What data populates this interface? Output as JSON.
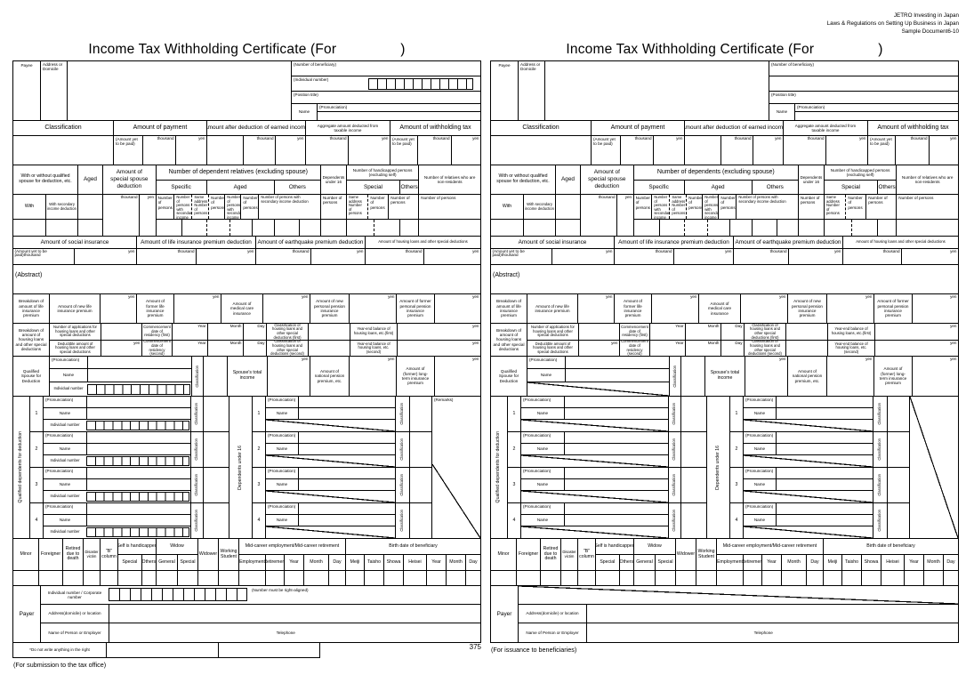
{
  "page": {
    "corner": [
      "JETRO Investing in Japan",
      "Laws & Regulations on Setting Up Business in Japan",
      "Sample Document6-10"
    ]
  },
  "L": {
    "title": "Income Tax Withholding Certificate  (For",
    "title_close": ")",
    "payee": "Payee",
    "address_domicile": "Address or Domicile",
    "beneficiary": "(Number of beneficiary)",
    "individual_number_paren": "(Individual number)",
    "position_title": "(Position title)",
    "name": "Name",
    "pronunciation": "(Pronunciation)",
    "classification": "Classification",
    "amount_payment": "Amount of payment",
    "amount_after": "Amount after deduction of earned income",
    "aggregate": "Aggregate amount deducted from taxable income",
    "withholding": "Amount of withholding tax",
    "amount_yet": "(Amount yet to be paid)",
    "thousand": "thousand",
    "yen": "yen",
    "spouse_header": "With or without qualified spouse for deduction, etc.",
    "aged": "Aged",
    "with_label": "With",
    "with_secondary": "With secondary income deduction",
    "special_spouse": "Amount of special spouse deduction",
    "specific": "Specific",
    "others": "Others",
    "special": "Special",
    "under16": "Dependents under 16",
    "handicapped": "Number of handicapped persons (excluding self)",
    "nonresidents": "Number of relatives who are non-residents",
    "persons": "Number of persons",
    "persons_secondary": "Number of persons with secondary income deduction",
    "same_address": "Same address Number of persons",
    "social": "Amount of social insurance",
    "life_ded": "Amount of life insurance premium deduction",
    "quake_ded": "Amount of earthquake premium deduction",
    "housing_ded": "Amount of housing loans and other special deductions",
    "amount_yet_thousand": "(Amount yet to be paid)thousand",
    "abstract": "(Abstract)",
    "bd_life": "Breakdown of amount of life insurance premium",
    "new_life": "Amount of new life insurance premium",
    "former_life": "Amount of former life insurance premium",
    "medical": "Amount of medical care insurance",
    "new_pension": "Amount of new personal pension insurance premium",
    "former_pension": "Amount of former personal pension insurance premium",
    "bd_housing": "Breakdown of amount of housing loans and other special deductions",
    "num_applications": "Number of applications for housing loans and other special deductions",
    "deductible": "Deductible amount of housing loans and other special deductions",
    "commence1": "Commencement date of residency (first)",
    "commence2": "Commencement date of residency (second)",
    "year": "Year",
    "month": "Month",
    "day": "Day",
    "class1": "Classification of housing loans and other special deductions (first)",
    "class2": "Classification of housing loans and other special deductions (second)",
    "balance1": "Year-end balance of housing loans, etc.(first)",
    "balance2": "Year-end balance of housing loans, etc.(second)",
    "q_spouse": "Qualified Spouse for Deduction",
    "individual_number": "Individual number",
    "classification_v": "Classification",
    "spouse_income": "Spouse's total income",
    "national_pension": "Amount of national pension premium, etc.",
    "long_term": "Amount of (former) long-term insurance premium",
    "q_dependents": "Qualified dependents for deduction",
    "minor": "Minor",
    "foreigner": "Foreigner",
    "retired": "Retired due to death",
    "disaster": "Disaster victim",
    "b_col": "\"B\" column",
    "self_hand": "Self is handicapped",
    "widow": "Widow",
    "general": "General",
    "widower": "Widower",
    "working": "Working Student",
    "midcareer": "Mid-career employment/Mid-career retirement",
    "employment": "Employment",
    "retirement": "Retirement",
    "birth": "Birth date of beneficiary",
    "meiji": "Meiji",
    "taisho": "Taisho",
    "showa": "Showa",
    "heisei": "Heisei",
    "payer": "Payer",
    "indiv_corp": "Individual number / Corporate number",
    "right_note": "(Number must be right-aligned)",
    "address_loc": "Address(domicile) or location",
    "name_employer": "Name of Person or Employer",
    "telephone": "Telephone",
    "nums": [
      "1",
      "2",
      "3",
      "4"
    ]
  },
  "forms": [
    {
      "dependents_header": "Number of dependent relatives (excluding spouse)",
      "top_indiv": true,
      "id_boxes": true,
      "id_strike": false,
      "remarks_label": "(Remarks)",
      "remarks_full": false,
      "remarks_lower": true,
      "payer_indiv": true,
      "payer_strike": false,
      "footer_row": true,
      "footer_note": "*Do not write anything in the right",
      "page_number": "375",
      "bottom_caption": "(For submission to the tax office)"
    },
    {
      "dependents_header": "Number of dependents (excluding spouse)",
      "top_indiv": false,
      "id_boxes": false,
      "id_strike": true,
      "remarks_label": "",
      "remarks_full": true,
      "remarks_lower": false,
      "payer_indiv": false,
      "payer_strike": true,
      "footer_row": false,
      "footer_note": "",
      "page_number": "",
      "bottom_caption": "(For issuance to beneficiaries)"
    }
  ]
}
